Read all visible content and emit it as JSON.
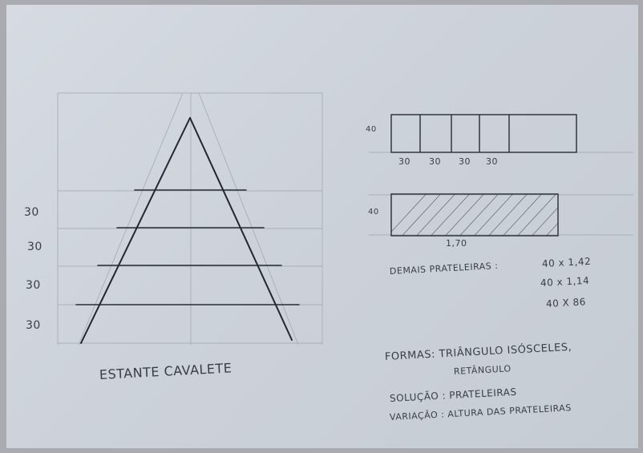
{
  "sketch": {
    "title": "ESTANTE CAVALETE",
    "shelf_heights": [
      "30",
      "30",
      "30",
      "30"
    ],
    "top_view": {
      "depth_label": "40",
      "spacings": [
        "30",
        "30",
        "30",
        "30"
      ]
    },
    "shelf_detail": {
      "depth_label": "40",
      "length_label": "1,70"
    },
    "other_shelves": {
      "label": "DEMAIS PRATELEIRAS :",
      "sizes": [
        "40 x 1,42",
        "40 x 1,14",
        "40 X 86"
      ]
    },
    "notes": {
      "forms_line1": "FORMAS: TRIÂNGULO ISÓSCELES,",
      "forms_line2": "RETÂNGULO",
      "solution": "SOLUÇÃO : PRATELEIRAS",
      "variation": "VARIAÇÃO : ALTURA DAS PRATELEIRAS"
    }
  }
}
